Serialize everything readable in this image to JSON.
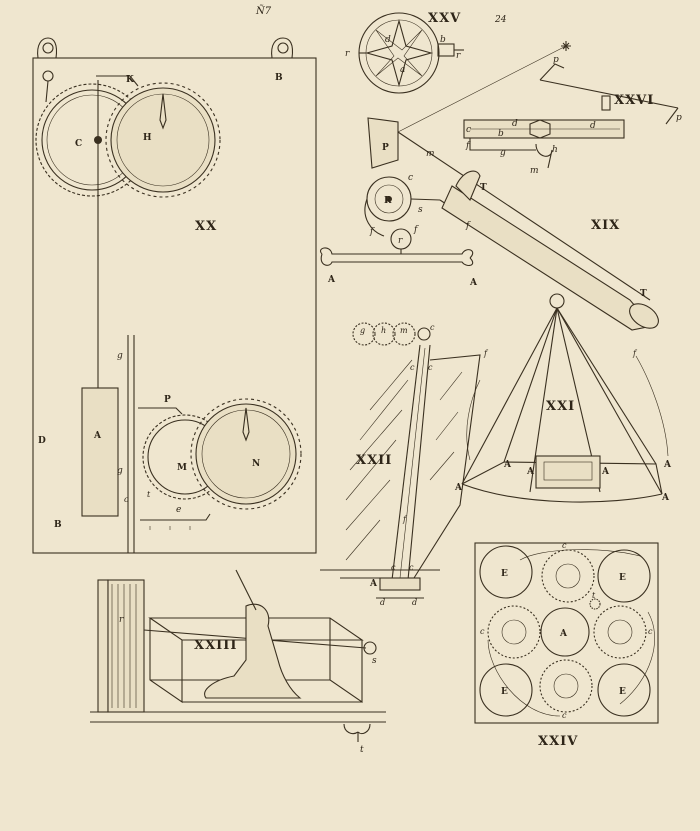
{
  "page": {
    "corner_mark": "24",
    "top_mark": "Ñ7"
  },
  "figures": {
    "xx": {
      "number": "XX",
      "labels": {
        "k": "K",
        "b_top": "B",
        "c": "C",
        "h": "H",
        "a": "A",
        "d": "D",
        "b_bottom": "B",
        "p": "P",
        "m": "M",
        "n": "N",
        "g_top": "g",
        "g_mid": "g",
        "e": "e",
        "c_small": "c",
        "t": "t"
      }
    },
    "xxv": {
      "number": "XXV",
      "labels": {
        "r_left": "r",
        "b": "b",
        "r_right": "r",
        "d": "d",
        "a": "a"
      }
    },
    "xxvi": {
      "number": "XXVI",
      "labels": {
        "p_top": "p",
        "p_right": "p",
        "d_left": "d",
        "d_right": "d",
        "c": "c",
        "b": "b",
        "f": "f",
        "g": "g",
        "m": "m",
        "h": "h"
      }
    },
    "xix": {
      "number": "XIX",
      "labels": {
        "p": "P",
        "m": "m",
        "t_top": "T",
        "t_end": "T",
        "c": "c",
        "r": "R",
        "s": "s",
        "f_left": "f",
        "r_small": "r",
        "f_right": "f",
        "f_mid": "f",
        "a_left": "A",
        "a_right": "A"
      }
    },
    "xxi": {
      "number": "XXI",
      "labels": {
        "f": "f",
        "a_lmid": "A",
        "a_rmid": "A",
        "a_ll": "A",
        "a_rr": "A",
        "a_ml": "A",
        "a_mr": "A"
      }
    },
    "xxii": {
      "number": "XXII",
      "labels": {
        "g": "g",
        "h": "h",
        "m": "m",
        "c_top": "c",
        "c_a": "c",
        "c_b": "c",
        "f": "f",
        "f_top": "f",
        "c_low1": "c",
        "c_low2": "c",
        "a": "A",
        "d1": "d",
        "d2": "d"
      }
    },
    "xxiii": {
      "number": "XXIII",
      "labels": {
        "r": "r",
        "s": "s",
        "t": "t"
      }
    },
    "xxiv": {
      "number": "XXIV",
      "labels": {
        "e_tl": "E",
        "e_tr": "E",
        "e_bl": "E",
        "e_br": "E",
        "a": "A",
        "c_top": "c",
        "c_left": "c",
        "c_right": "c",
        "c_bottom": "c",
        "t": "t"
      }
    }
  },
  "colors": {
    "paper": "#efe6cf",
    "ink": "#3a3020"
  }
}
